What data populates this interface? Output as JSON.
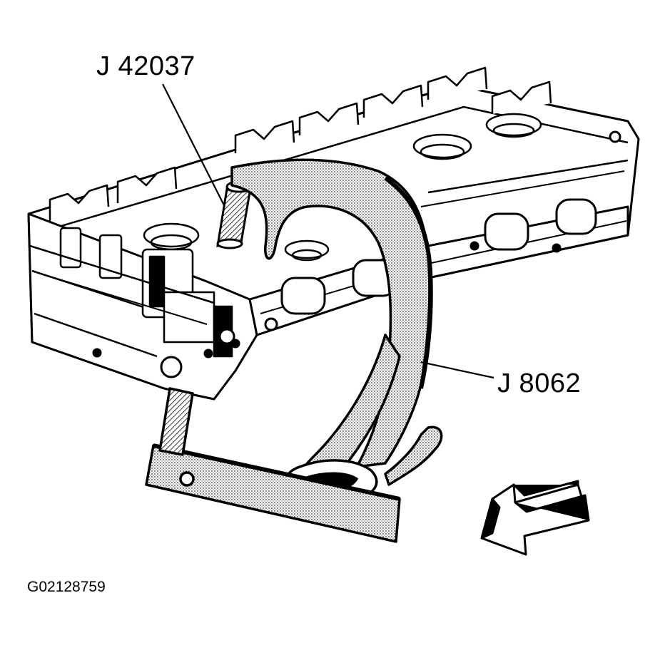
{
  "callouts": {
    "tool_a": "J 42037",
    "tool_b": "J 8062"
  },
  "figure_id": "G02128759",
  "icons": {
    "direction_arrow": "direction-arrow-icon",
    "cylinder_head": "cylinder-head-illustration",
    "valve_spring_compressor": "valve-spring-compressor-illustration",
    "adapter": "valve-spring-adapter-illustration"
  },
  "colors": {
    "ink": "#000000",
    "paper": "#ffffff",
    "stipple": "#bdbdbd"
  }
}
